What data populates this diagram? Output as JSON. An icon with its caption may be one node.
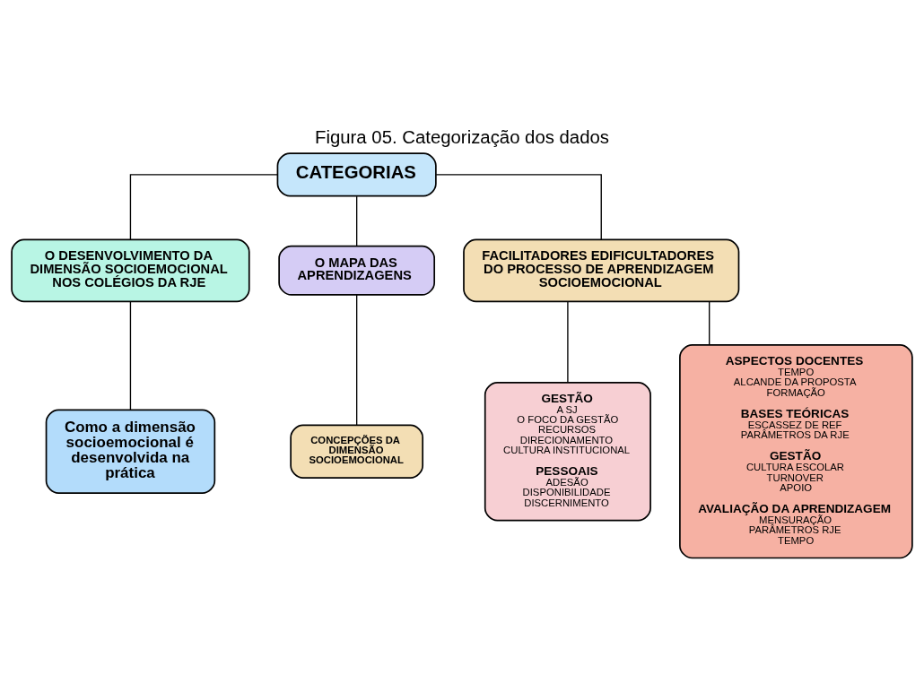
{
  "diagram": {
    "title": "Figura 05. Categorização dos dados",
    "nodes": [
      {
        "text": [
          "CATEGORIAS"
        ]
      },
      {
        "text": [
          "O DESENVOLVIMENTO DA DIMENSÃO SOCIOEMOCIONAL NOS COLÉGIOS DA RJE"
        ]
      },
      {
        "text": [
          "O MAPA DAS APRENDIZAGENS"
        ]
      },
      {
        "text": [
          "FACILITADORES EDIFICULTADORES DO PROCESSO DE APRENDIZAGEM SOCIOEMOCIONAL"
        ]
      },
      {
        "text": [
          "Como a dimensão socioemocional é desenvolvida na prática"
        ]
      },
      {
        "text": [
          "CONCEPÇÕES DA DIMENSÃO SOCIOEMOCIONAL"
        ]
      },
      {
        "text": [
          "GESTÃO",
          "A SJ",
          "O FOCO DA GESTÃO",
          "RECURSOS",
          "DIRECIONAMENTO",
          "CULTURA INSTITUCIONAL",
          "PESSOAIS",
          "ADESÃO",
          "DISPONIBILIDADE",
          "DISCERNIMENTO"
        ]
      },
      {
        "text": [
          "ASPECTOS DOCENTES",
          "TEMPO",
          "ALCANDE DA PROPOSTA",
          "FORMAÇÃO",
          "BASES TEÓRICAS",
          "ESCASSEZ DE REF",
          "PARÂMETROS DA RJE",
          "GESTÃO",
          "CULTURA ESCOLAR",
          "TURNOVER",
          "APOIO",
          "AVALIAÇÃO DA APRENDIZAGEM",
          "MENSURAÇÃO",
          "PARÂMETROS RJE",
          "TEMPO"
        ]
      }
    ],
    "edges": [
      {
        "from": 0,
        "to": 1,
        "arrow": "none"
      },
      {
        "from": 0,
        "to": 2,
        "arrow": "none"
      },
      {
        "from": 0,
        "to": 3,
        "arrow": "none"
      },
      {
        "from": 1,
        "to": 4,
        "arrow": "none"
      },
      {
        "from": 2,
        "to": 5,
        "arrow": "none"
      },
      {
        "from": 3,
        "to": 6,
        "arrow": "none"
      },
      {
        "from": 3,
        "to": 7,
        "arrow": "none"
      }
    ]
  }
}
